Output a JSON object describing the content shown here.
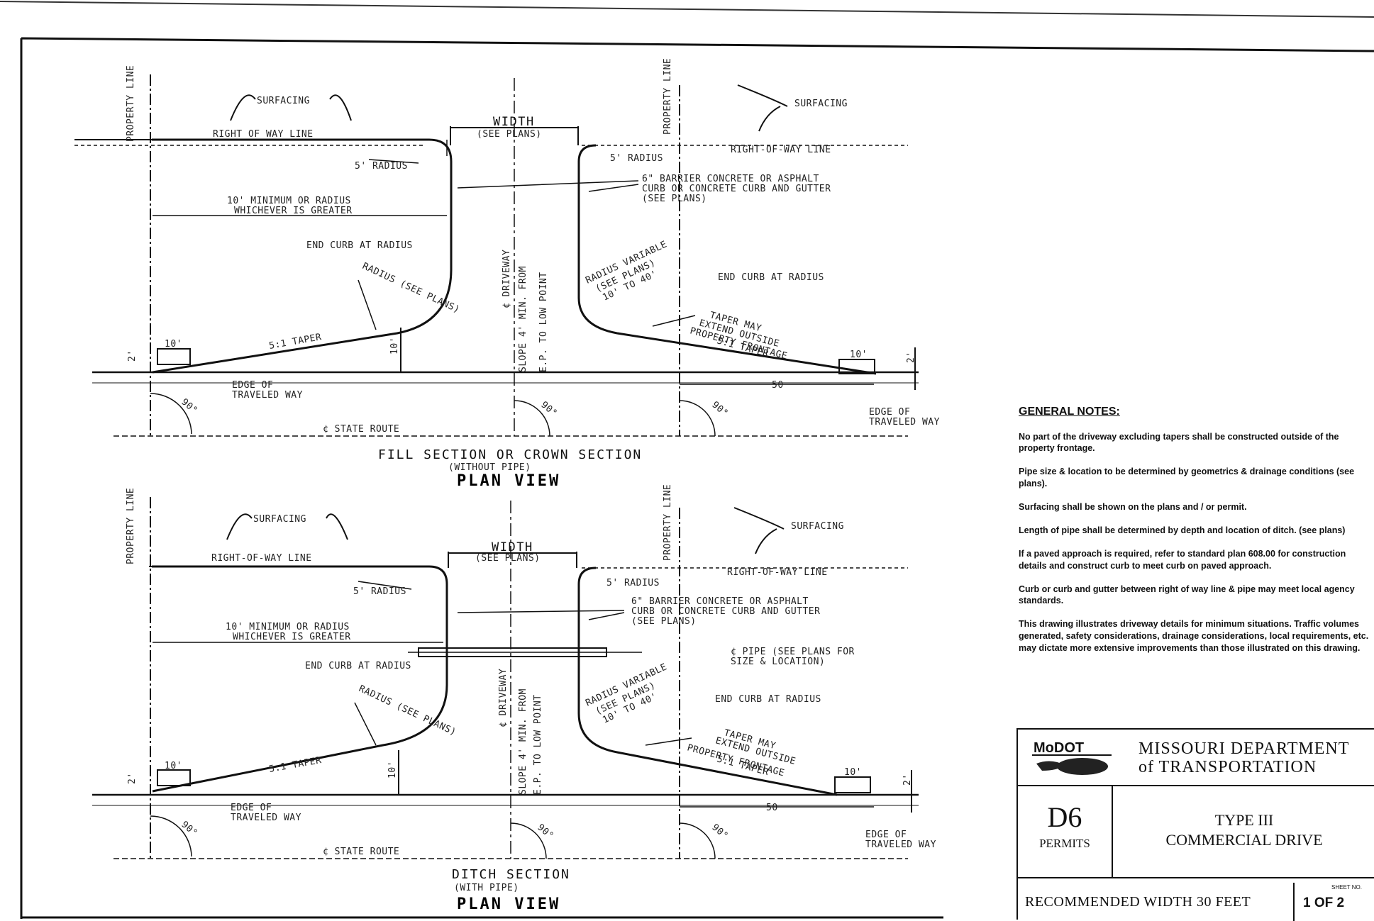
{
  "plan1": {
    "labels": {
      "property_line": "PROPERTY LINE",
      "surfacing_left": "SURFACING",
      "surfacing_right": "SURFACING",
      "row_line_left": "RIGHT OF WAY LINE",
      "row_line_right": "RIGHT-OF-WAY LINE",
      "width": "WIDTH",
      "see_plans": "(SEE PLANS)",
      "radius_5_left": "5' RADIUS",
      "radius_5_right": "5' RADIUS",
      "barrier_1": "6\" BARRIER CONCRETE OR ASPHALT",
      "barrier_2": "CURB OR CONCRETE CURB AND GUTTER",
      "barrier_3": "(SEE PLANS)",
      "min_radius_1": "10' MINIMUM OR RADIUS",
      "min_radius_2": "WHICHEVER IS GREATER",
      "end_curb_left": "END CURB AT RADIUS",
      "end_curb_right": "END CURB AT RADIUS",
      "radius_see_plans": "RADIUS (SEE PLANS)",
      "radius_variable_1": "RADIUS VARIABLE",
      "radius_variable_2": "(SEE PLANS)",
      "radius_variable_3": "10' TO 40'",
      "driveway_cl": "¢ DRIVEWAY",
      "slope_1": "SLOPE 4' MIN. FROM",
      "slope_2": "E.P. TO LOW POINT",
      "taper_left": "5:1 TAPER",
      "taper_right_1": "TAPER MAY",
      "taper_right_2": "EXTEND OUTSIDE",
      "taper_right_3": "PROPERTY FRONTAGE",
      "taper_right_4": "5:1 TAPER",
      "dim_10_left": "10'",
      "dim_10_right": "10'",
      "dim_10_vert": "10'",
      "dim_2_left": "2'",
      "dim_2_right": "2'",
      "dim_50": "50",
      "edge_traveled_left_1": "EDGE OF",
      "edge_traveled_left_2": "TRAVELED WAY",
      "edge_traveled_right_1": "EDGE OF",
      "edge_traveled_right_2": "TRAVELED WAY",
      "angle_90": "90°",
      "state_route": "¢ STATE ROUTE",
      "section": "FILL SECTION OR CROWN SECTION",
      "section_sub": "(WITHOUT PIPE)",
      "title": "PLAN VIEW"
    }
  },
  "plan2": {
    "labels": {
      "property_line": "PROPERTY LINE",
      "surfacing_left": "SURFACING",
      "surfacing_right": "SURFACING",
      "row_line_left": "RIGHT-OF-WAY LINE",
      "row_line_right": "RIGHT-OF-WAY LINE",
      "width": "WIDTH",
      "see_plans": "(SEE PLANS)",
      "radius_5_left": "5' RADIUS",
      "radius_5_right": "5' RADIUS",
      "barrier_1": "6\" BARRIER CONCRETE OR ASPHALT",
      "barrier_2": "CURB OR CONCRETE CURB AND GUTTER",
      "barrier_3": "(SEE PLANS)",
      "min_radius_1": "10' MINIMUM OR RADIUS",
      "min_radius_2": "WHICHEVER IS GREATER",
      "end_curb_left": "END CURB AT RADIUS",
      "end_curb_right": "END CURB AT RADIUS",
      "radius_see_plans": "RADIUS (SEE PLANS)",
      "radius_variable_1": "RADIUS VARIABLE",
      "radius_variable_2": "(SEE PLANS)",
      "radius_variable_3": "10' TO 40'",
      "pipe_1": "¢ PIPE (SEE PLANS FOR",
      "pipe_2": "SIZE & LOCATION)",
      "driveway_cl": "¢ DRIVEWAY",
      "slope_1": "SLOPE 4' MIN. FROM",
      "slope_2": "E.P. TO LOW POINT",
      "taper_left": "5:1 TAPER",
      "taper_right_1": "TAPER MAY",
      "taper_right_2": "EXTEND OUTSIDE",
      "taper_right_3": "PROPERTY FRONTAGE",
      "taper_right_4": "5:1 TAPER",
      "dim_10_left": "10'",
      "dim_10_right": "10'",
      "dim_10_vert": "10'",
      "dim_2_left": "2'",
      "dim_2_right": "2'",
      "dim_50": "50",
      "edge_traveled_left_1": "EDGE OF",
      "edge_traveled_left_2": "TRAVELED WAY",
      "edge_traveled_right_1": "EDGE OF",
      "edge_traveled_right_2": "TRAVELED WAY",
      "angle_90": "90°",
      "state_route": "¢ STATE ROUTE",
      "section": "DITCH SECTION",
      "section_sub": "(WITH PIPE)",
      "title": "PLAN VIEW"
    }
  },
  "notes": {
    "heading": "GENERAL NOTES:",
    "items": [
      "No part of the driveway excluding tapers shall be constructed outside of the property frontage.",
      "Pipe size & location to be determined by geometrics & drainage conditions (see plans).",
      "Surfacing shall be shown on the plans and / or permit.",
      "Length of pipe shall be determined by depth and location of ditch. (see plans)",
      "If a paved approach is required, refer to standard plan 608.00 for construction details and construct curb to meet curb on paved approach.",
      "Curb or curb and gutter between right of way line & pipe may meet local agency standards.",
      "This drawing illustrates driveway details for minimum situations. Traffic volumes generated, safety considerations, drainage considerations, local requirements, etc. may dictate more extensive improvements than those illustrated on this drawing."
    ]
  },
  "title_block": {
    "logo_text": "MoDOT",
    "dept_line1": "MISSOURI DEPARTMENT",
    "dept_line2": "of TRANSPORTATION",
    "code": "D6",
    "code_sub": "PERMITS",
    "type_line1": "TYPE III",
    "type_line2": "COMMERCIAL DRIVE",
    "recommended": "RECOMMENDED WIDTH 30 FEET",
    "sheet_label": "SHEET NO.",
    "sheet_num": "1 OF 2"
  }
}
